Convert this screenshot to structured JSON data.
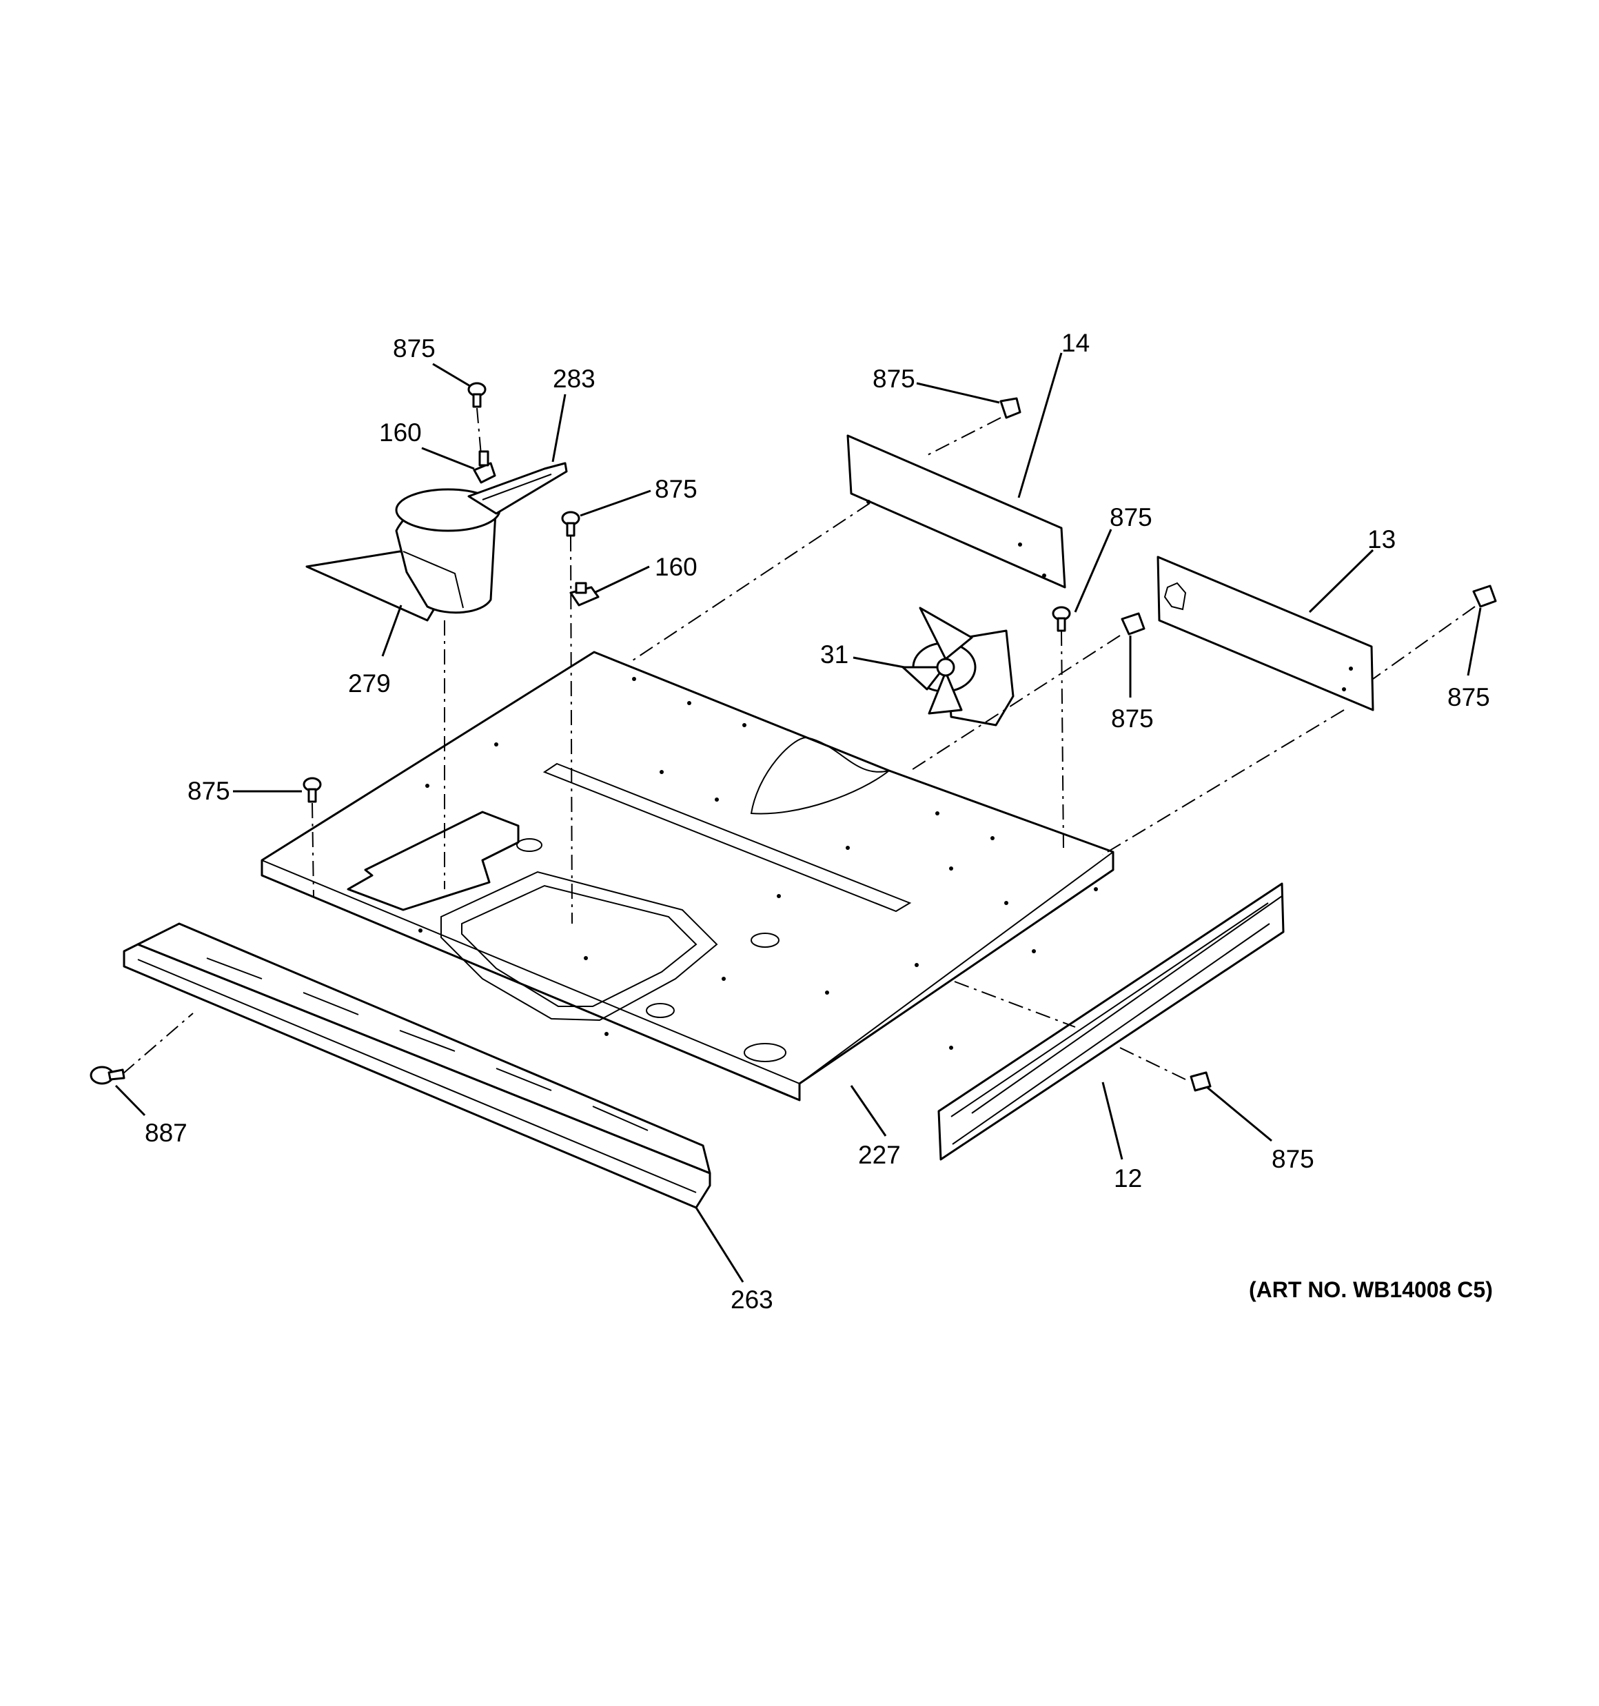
{
  "callouts": {
    "c875_a": "875",
    "c283": "283",
    "c160_a": "160",
    "c279": "279",
    "c875_b": "875",
    "c160_b": "160",
    "c875_c": "875",
    "c14": "14",
    "c875_d": "875",
    "c13": "13",
    "c31": "31",
    "c875_e": "875",
    "c875_f": "875",
    "c875_g": "875",
    "c887": "887",
    "c227": "227",
    "c12": "12",
    "c875_h": "875",
    "c263": "263"
  },
  "art_number": "(ART NO. WB14008 C5)"
}
